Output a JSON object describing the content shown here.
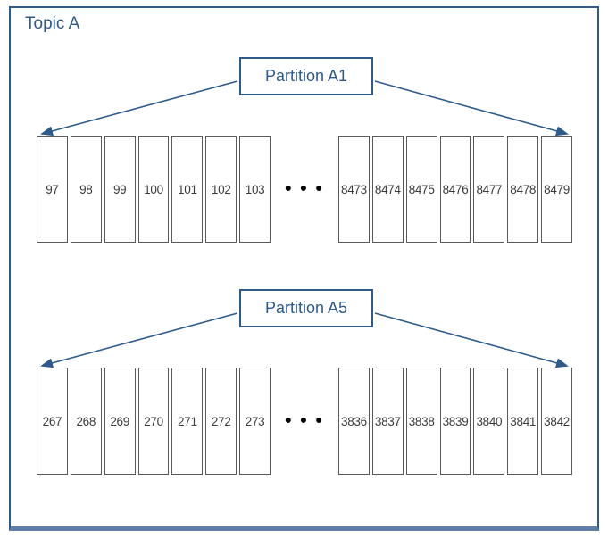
{
  "title": "Topic A",
  "ellipsis": "• • •",
  "colors": {
    "accent": "#2e5a8c",
    "bottom_bar": "#5e7ea7",
    "cell_border": "#595959",
    "cell_text": "#3a3a3a"
  },
  "partitions": [
    {
      "label": "Partition A1",
      "left_cells": [
        "97",
        "98",
        "99",
        "100",
        "101",
        "102",
        "103"
      ],
      "right_cells": [
        "8473",
        "8474",
        "8475",
        "8476",
        "8477",
        "8478",
        "8479"
      ]
    },
    {
      "label": "Partition A5",
      "left_cells": [
        "267",
        "268",
        "269",
        "270",
        "271",
        "272",
        "273"
      ],
      "right_cells": [
        "3836",
        "3837",
        "3838",
        "3839",
        "3840",
        "3841",
        "3842"
      ]
    }
  ]
}
